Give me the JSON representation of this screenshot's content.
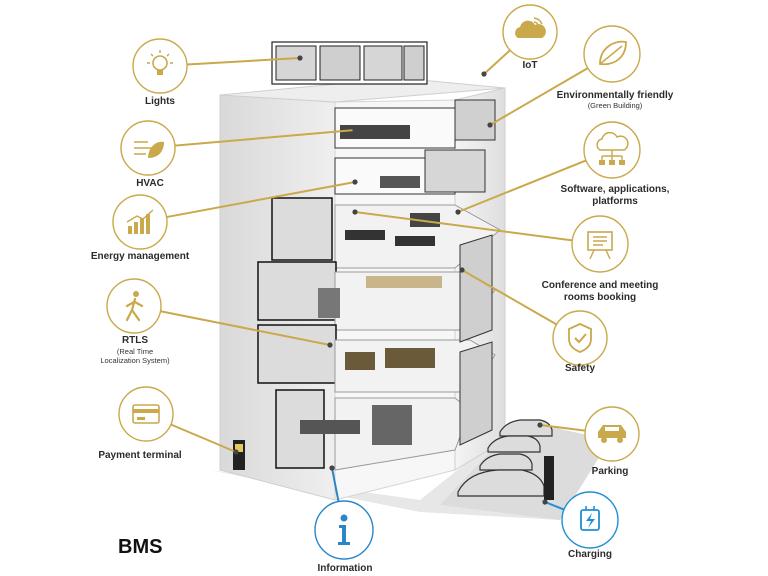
{
  "diagram": {
    "corner_label": "BMS",
    "colors": {
      "accent": "#c9a94b",
      "info_blue": "#2a86c8",
      "charging_blue": "#1f8fd6"
    },
    "features": [
      {
        "id": "lights",
        "label": "Lights",
        "icon": "light-bulb-icon"
      },
      {
        "id": "iot",
        "label": "IoT",
        "icon": "cloud-wifi-icon"
      },
      {
        "id": "eco",
        "label": "Environmentally friendly",
        "sublabel": "(Green Building)",
        "icon": "leaf-icon"
      },
      {
        "id": "hvac",
        "label": "HVAC",
        "icon": "airflow-leaf-icon"
      },
      {
        "id": "software",
        "label": "Software, applications,",
        "label2": "platforms",
        "icon": "cloud-network-icon"
      },
      {
        "id": "energy",
        "label": "Energy management",
        "icon": "bar-chart-icon"
      },
      {
        "id": "conference",
        "label": "Conference and meeting",
        "label2": "rooms booking",
        "icon": "presentation-board-icon"
      },
      {
        "id": "rtls",
        "label": "RTLS",
        "sublabel": "(Real Time",
        "sublabel2": "Localization System)",
        "icon": "walking-person-icon"
      },
      {
        "id": "safety",
        "label": "Safety",
        "icon": "shield-check-icon"
      },
      {
        "id": "payment",
        "label": "Payment terminal",
        "icon": "credit-card-icon"
      },
      {
        "id": "parking",
        "label": "Parking",
        "icon": "car-icon"
      },
      {
        "id": "information",
        "label": "Information",
        "icon": "info-icon"
      },
      {
        "id": "charging",
        "label": "Charging",
        "icon": "ev-plug-icon"
      }
    ]
  }
}
